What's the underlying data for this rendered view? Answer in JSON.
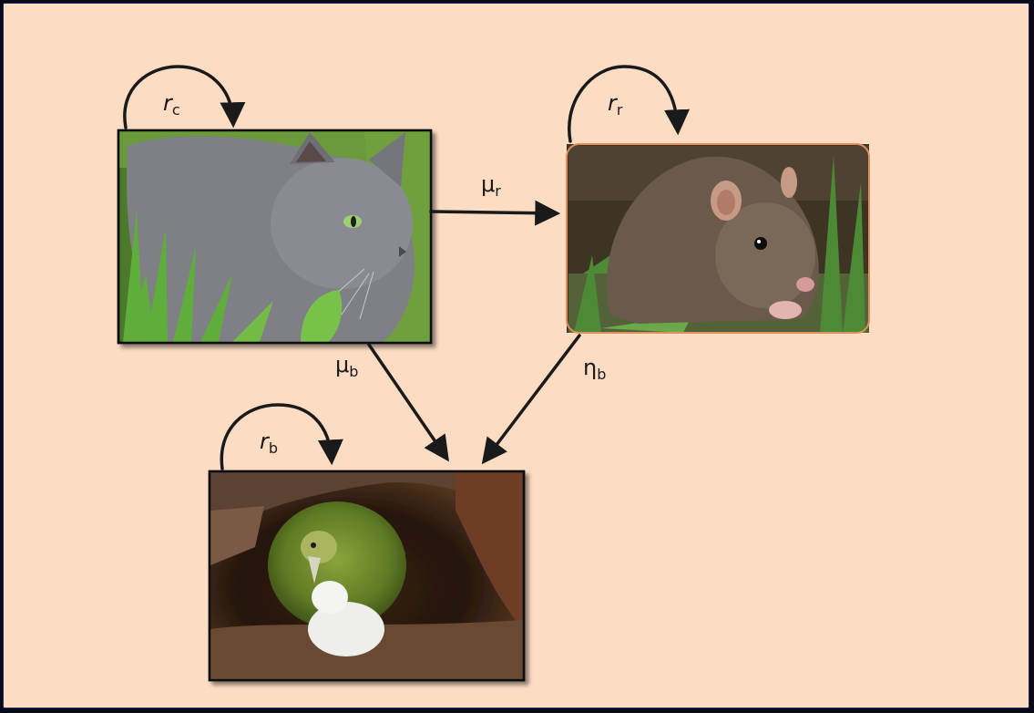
{
  "nodes": {
    "cat": {
      "name": "cat",
      "icon": "cat-photo"
    },
    "rat": {
      "name": "rat",
      "icon": "rat-photo"
    },
    "kakapo": {
      "name": "kakapo",
      "icon": "kakapo-photo"
    }
  },
  "labels": {
    "r_c": {
      "main": "r",
      "sub": "c"
    },
    "r_r": {
      "main": "r",
      "sub": "r"
    },
    "r_b": {
      "main": "r",
      "sub": "b"
    },
    "mu_r": {
      "main": "μ",
      "sub": "r"
    },
    "mu_b": {
      "main": "μ",
      "sub": "b"
    },
    "eta_b": {
      "main": "η",
      "sub": "b"
    }
  },
  "colors": {
    "background": "#fddcc4",
    "arrow": "#1a1a1a",
    "rat_border": "#e0905a"
  }
}
